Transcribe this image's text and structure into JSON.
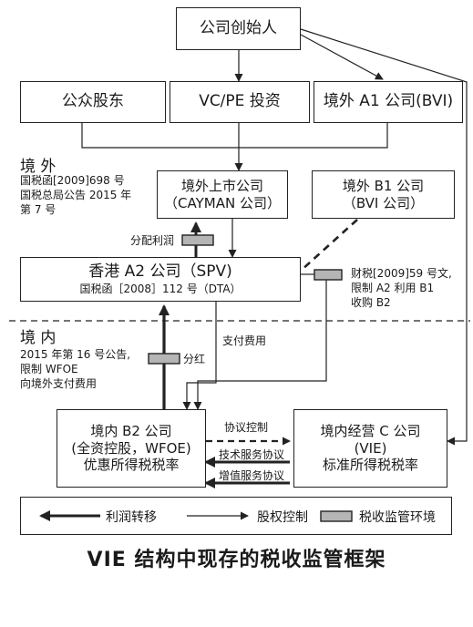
{
  "nodes": {
    "founder": "公司创始人",
    "public": "公众股东",
    "vcpe": "VC/PE 投资",
    "a1": "境外 A1 公司(BVI)",
    "listed": [
      "境外上市公司",
      "（CAYMAN 公司）"
    ],
    "b1": [
      "境外 B1 公司",
      "（BVI 公司）"
    ],
    "a2": "香港 A2 公司（SPV)",
    "a2_note": "国税函［2008］112 号（DTA）",
    "b2": [
      "境内 B2 公司",
      "(全资控股，WFOE)",
      "优惠所得税税率"
    ],
    "c": [
      "境内经营 C 公司",
      "(VIE)",
      "标准所得税税率"
    ]
  },
  "zones": {
    "offshore": "境 外",
    "onshore": "境 内"
  },
  "labels": {
    "offshore_notes": [
      "国税函[2009]698 号",
      "国税总局公告 2015 年",
      "第 7 号"
    ],
    "dividend_profit": "分配利润",
    "caishui": [
      "财税[2009]59 号文,",
      "限制 A2 利用 B1",
      "收购 B2"
    ],
    "announcement16": [
      "2015 年第 16 号公告,",
      "限制 WFOE",
      "向境外支付费用"
    ],
    "pay_fees": "支付费用",
    "dividend": "分红",
    "agreement_control": "协议控制",
    "tech_service": "技术服务协议",
    "value_added": "增值服务协议"
  },
  "legend": {
    "profit_transfer": "利润转移",
    "equity_control": "股权控制",
    "tax_env": "税收监管环境"
  },
  "caption": "VIE 结构中现存的税收监管框架",
  "colors": {
    "line": "#222222",
    "tax_box": "#b5b5b5"
  }
}
